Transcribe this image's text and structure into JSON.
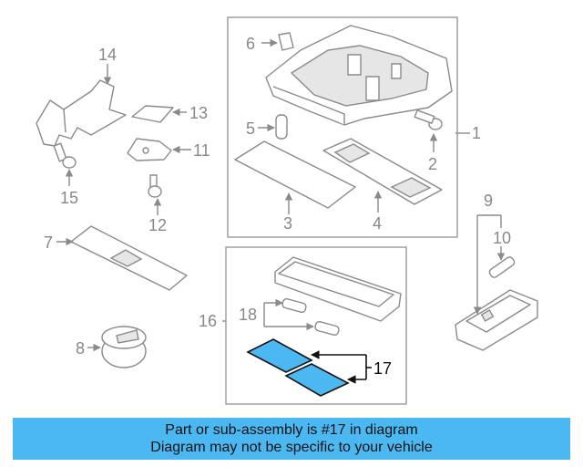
{
  "callouts": {
    "p1": "1",
    "p2": "2",
    "p3": "3",
    "p4": "4",
    "p5": "5",
    "p6": "6",
    "p7": "7",
    "p8": "8",
    "p9": "9",
    "p10": "10",
    "p11": "11",
    "p12": "12",
    "p13": "13",
    "p14": "14",
    "p15": "15",
    "p16": "16",
    "p17": "17",
    "p18": "18"
  },
  "highlight_part": "17",
  "highlight_color": "#4cb8f2",
  "banner": {
    "line1": "Part or sub-assembly is #17 in diagram",
    "line2": "Diagram may not be specific to your vehicle"
  }
}
